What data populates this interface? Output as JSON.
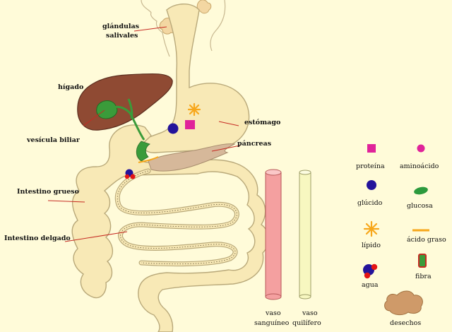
{
  "organs": {
    "glandulas": [
      "glándulas",
      "salivales"
    ],
    "higado": "hígado",
    "vesicula": "vesícula biliar",
    "estomago": "estómago",
    "pancreas": "páncreas",
    "intestino_grueso": "Intestino grueso",
    "intestino_delgado": "Intestino delgado"
  },
  "vessels": {
    "sanguineo": [
      "vaso",
      "sanguíneo"
    ],
    "quilifero": [
      "vaso",
      "quilífero"
    ]
  },
  "legend": {
    "proteina": "proteína",
    "aminoacido": "aminoácido",
    "glucido": "glúcido",
    "glucosa": "glucosa",
    "lipido": "lípido",
    "acido_graso": "ácido graso",
    "agua": "agua",
    "fibra": "fibra",
    "desechos": "desechos"
  },
  "colors": {
    "background": "#fffbd9",
    "tract_fill": "#f8e9b6",
    "tract_stroke": "#b9a97a",
    "liver": "#8f4a33",
    "gallbladder": "#3a9b3a",
    "pancreas": "#d6b89a",
    "protein": "#e0239a",
    "glucid": "#23139b",
    "lipid": "#f7a71b",
    "water_red": "#e41515",
    "blood_vessel": "#f4a0a0",
    "lymph_vessel": "#f7f7c0",
    "waste": "#cf9a69",
    "leader_line": "#c62a22"
  }
}
